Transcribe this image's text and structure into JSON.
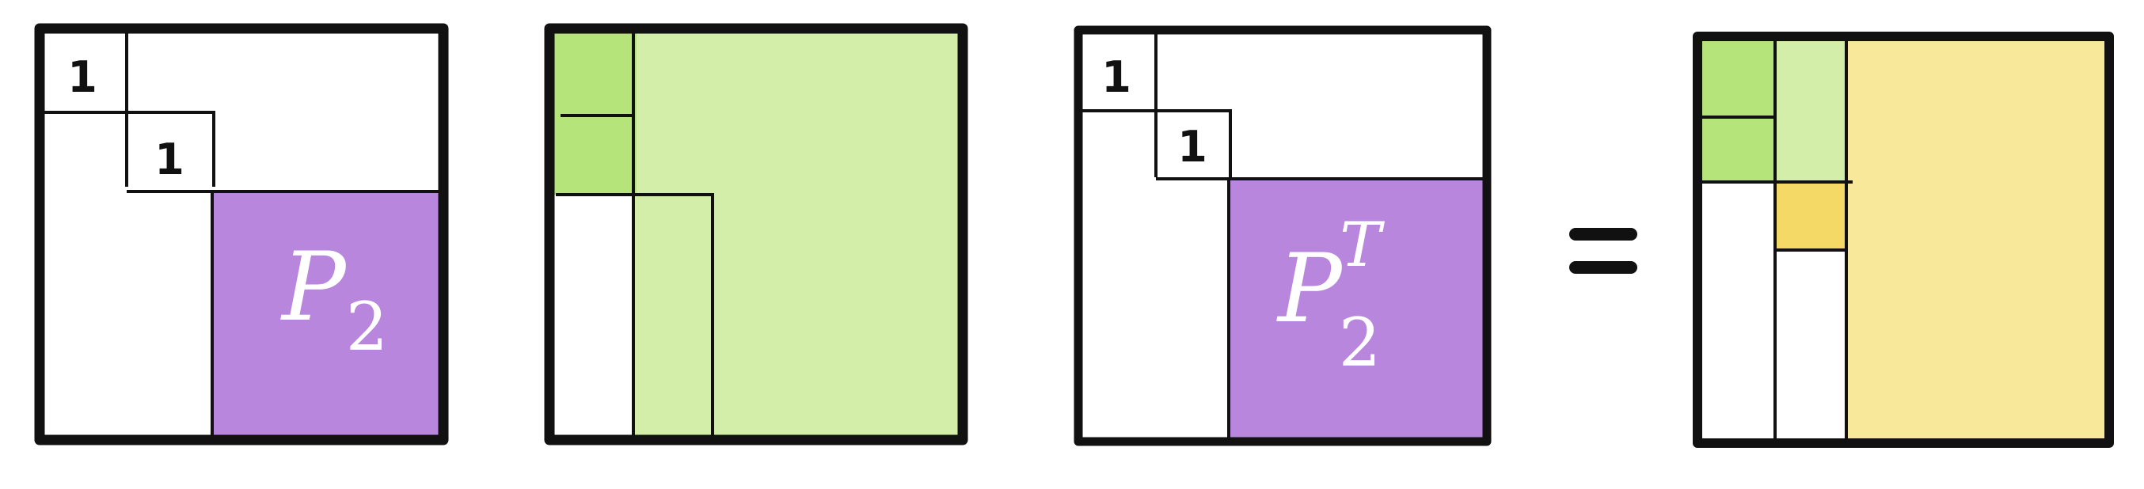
{
  "colors": {
    "ink": "#111111",
    "purple": "#b986de",
    "green_dark": "#b5e47a",
    "green_light": "#d3eea9",
    "yellow_light": "#f8e99a",
    "yellow_dark": "#f5d966",
    "white": "#ffffff"
  },
  "matrix_1": {
    "cell_1": "1",
    "cell_2": "1",
    "block_symbol": "P",
    "block_subscript": "2"
  },
  "matrix_3": {
    "cell_1": "1",
    "cell_2": "1",
    "block_symbol": "P",
    "block_subscript": "2",
    "block_superscript": "T"
  },
  "equals_sign": "="
}
